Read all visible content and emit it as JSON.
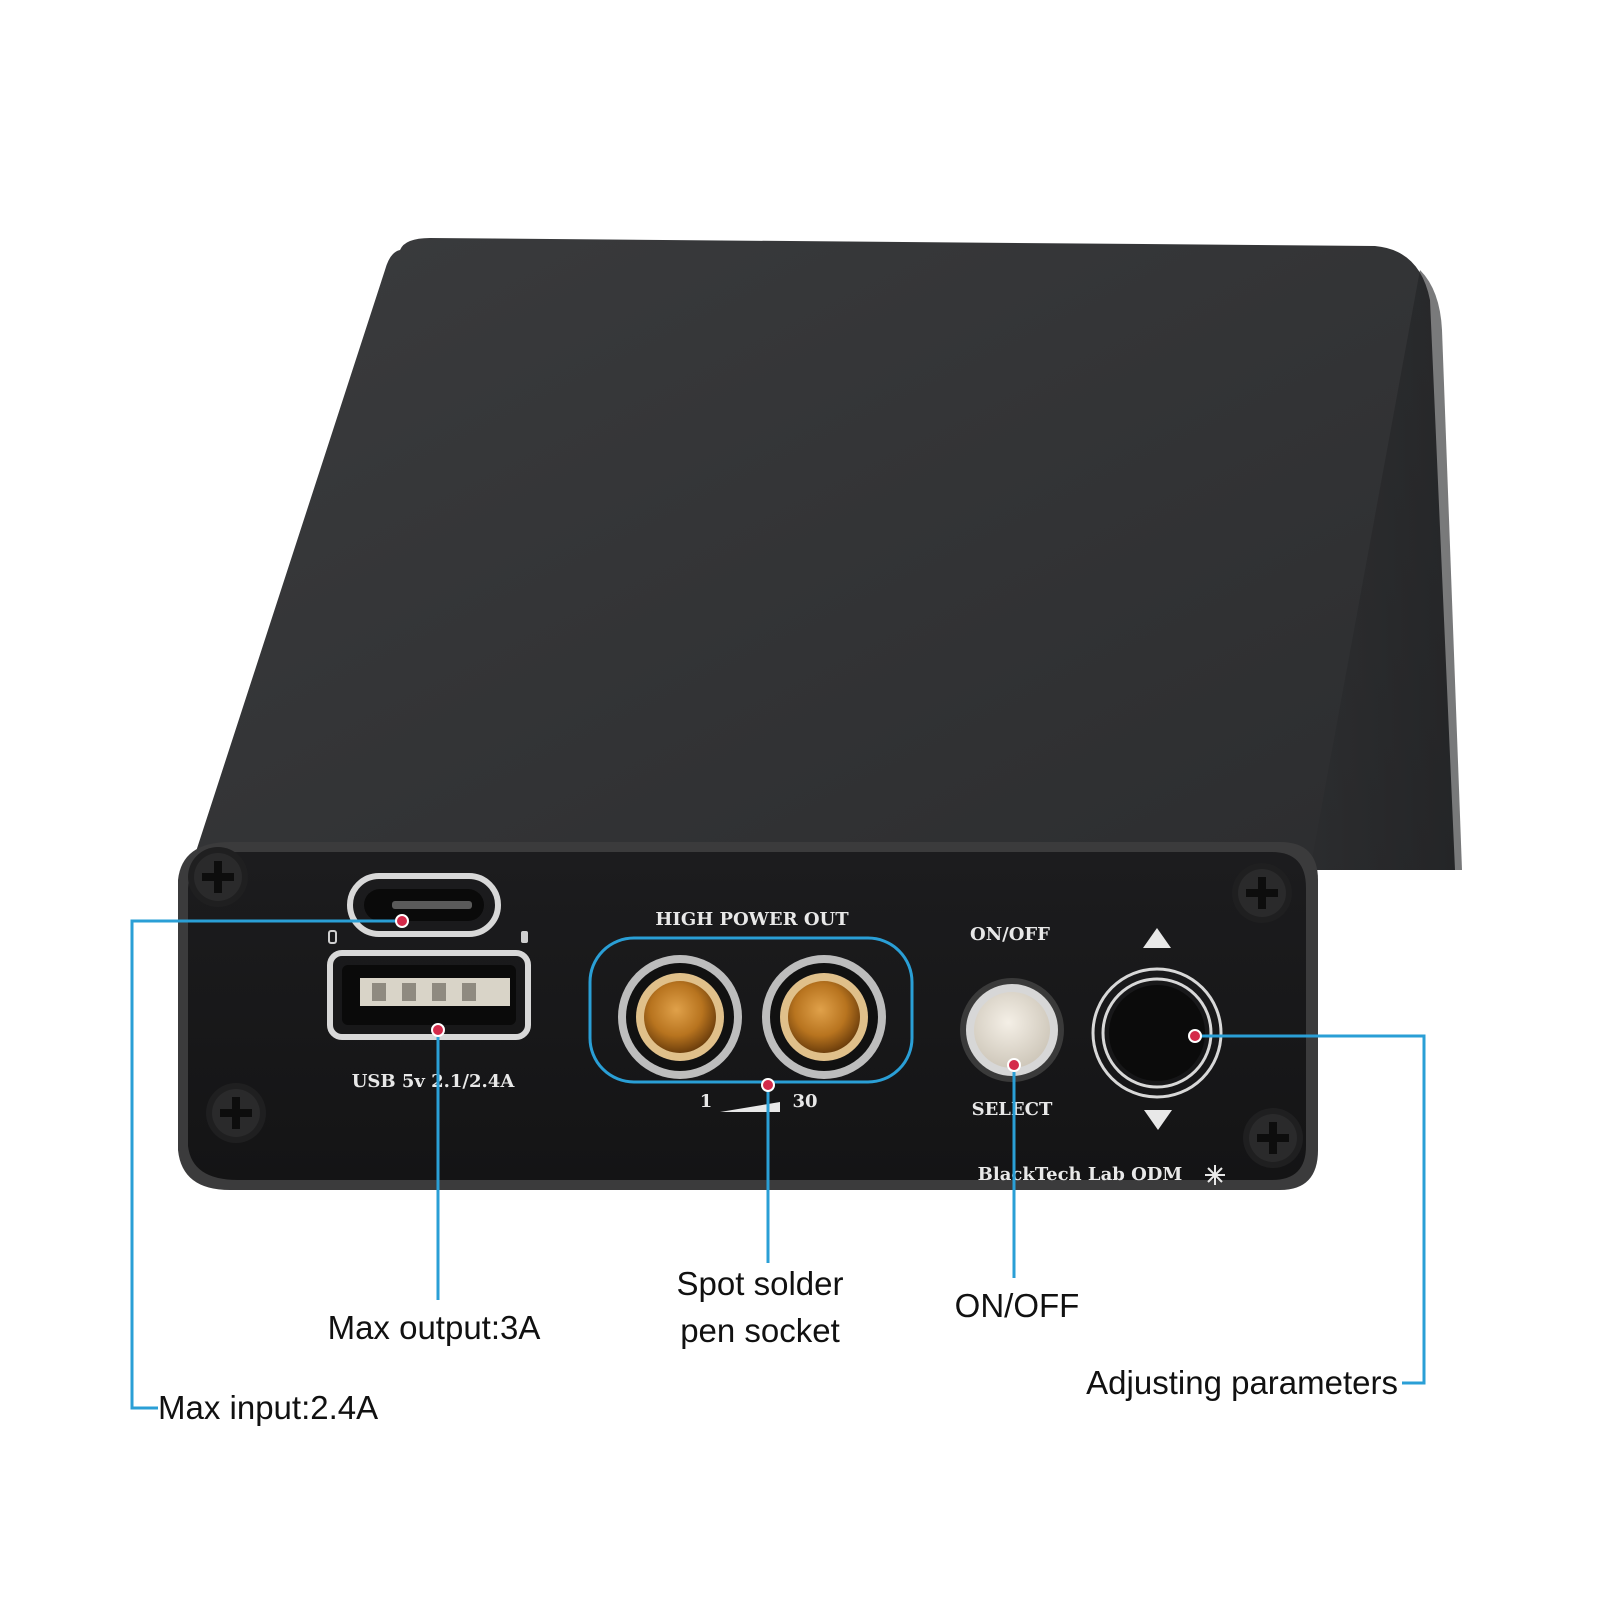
{
  "device": {
    "panel_labels": {
      "high_power_out": "HIGH POWER OUT",
      "on_off": "ON/OFF",
      "select": "SELECT",
      "usb_rating": "USB 5v 2.1/2.4A",
      "scale_min": "1",
      "scale_max": "30",
      "brand": "BlackTech Lab ODM"
    }
  },
  "callouts": {
    "max_input": "Max input:2.4A",
    "max_output": "Max output:3A",
    "spot_solder_line1": "Spot solder",
    "spot_solder_line2": "pen socket",
    "on_off": "ON/OFF",
    "adjusting": "Adjusting parameters"
  },
  "colors": {
    "callout_line": "#2a9fd6",
    "callout_dot": "#d42a4a",
    "enclosure": "#2b2c2e",
    "brass": "#c98a2e"
  }
}
